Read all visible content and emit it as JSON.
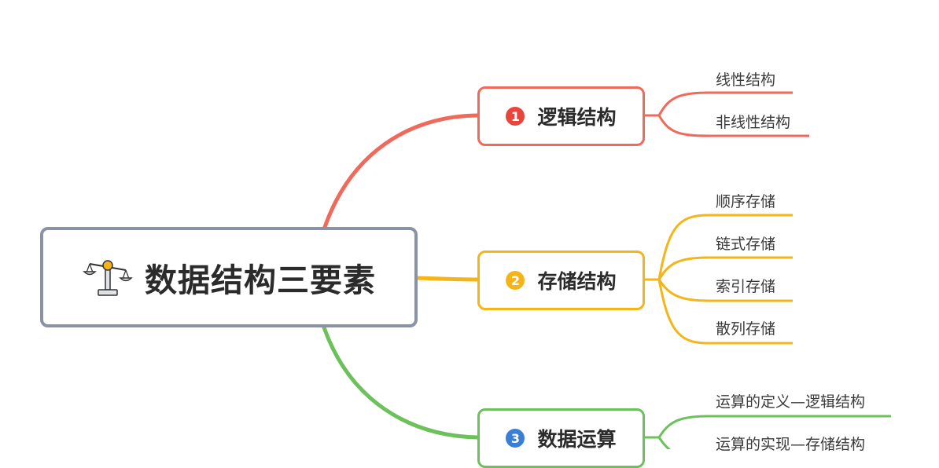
{
  "root": {
    "title": "数据结构三要素",
    "icon": "balance-scale-icon"
  },
  "colors": {
    "red": "#f06a5b",
    "yellow": "#f5b518",
    "green": "#6cc15a",
    "root_border": "#8a93a3"
  },
  "branches": [
    {
      "badge": "1",
      "label": "逻辑结构",
      "children": [
        "线性结构",
        "非线性结构"
      ]
    },
    {
      "badge": "2",
      "label": "存储结构",
      "children": [
        "顺序存储",
        "链式存储",
        "索引存储",
        "散列存储"
      ]
    },
    {
      "badge": "3",
      "label": "数据运算",
      "children": [
        "运算的定义—逻辑结构",
        "运算的实现—存储结构"
      ]
    }
  ]
}
